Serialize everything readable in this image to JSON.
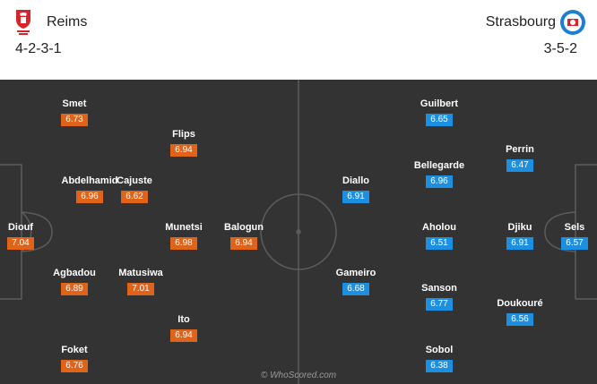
{
  "home": {
    "name": "Reims",
    "formation": "4-2-3-1",
    "rating_color": "#e0631a",
    "logo_icon": "reims-crest-icon",
    "players": [
      {
        "name": "Smet",
        "rating": "6.73"
      },
      {
        "name": "Flips",
        "rating": "6.94"
      },
      {
        "name": "Abdelhamid",
        "rating": "6.96"
      },
      {
        "name": "Cajuste",
        "rating": "6.62"
      },
      {
        "name": "Diouf",
        "rating": "7.04"
      },
      {
        "name": "Munetsi",
        "rating": "6.98"
      },
      {
        "name": "Balogun",
        "rating": "6.94"
      },
      {
        "name": "Agbadou",
        "rating": "6.89"
      },
      {
        "name": "Matusiwa",
        "rating": "7.01"
      },
      {
        "name": "Ito",
        "rating": "6.94"
      },
      {
        "name": "Foket",
        "rating": "6.76"
      }
    ]
  },
  "away": {
    "name": "Strasbourg",
    "formation": "3-5-2",
    "rating_color": "#1d8fe0",
    "logo_icon": "strasbourg-crest-icon",
    "players": [
      {
        "name": "Guilbert",
        "rating": "6.65"
      },
      {
        "name": "Perrin",
        "rating": "6.47"
      },
      {
        "name": "Diallo",
        "rating": "6.91"
      },
      {
        "name": "Bellegarde",
        "rating": "6.96"
      },
      {
        "name": "Aholou",
        "rating": "6.51"
      },
      {
        "name": "Djiku",
        "rating": "6.91"
      },
      {
        "name": "Sels",
        "rating": "6.57"
      },
      {
        "name": "Gameiro",
        "rating": "6.68"
      },
      {
        "name": "Sanson",
        "rating": "6.77"
      },
      {
        "name": "Doukouré",
        "rating": "6.56"
      },
      {
        "name": "Sobol",
        "rating": "6.38"
      }
    ]
  },
  "watermark": "© WhoScored.com"
}
